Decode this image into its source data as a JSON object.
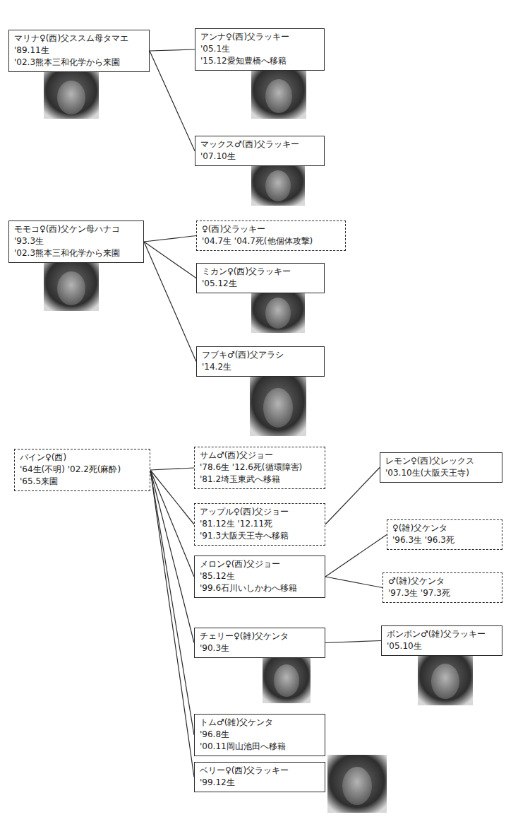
{
  "diagram": {
    "nodes": [
      {
        "text": [
          "マリナ♀(西)父ススム母タマエ",
          "'89.11生",
          "'02.3熊本三和化学から来園"
        ]
      },
      {
        "text": [
          "アンナ♀(西)父ラッキー",
          "'05.1生",
          "'15.12愛知豊橋へ移籍"
        ]
      },
      {
        "text": [
          "マックス♂(西)父ラッキー",
          "'07.10生"
        ]
      },
      {
        "text": [
          "モモコ♀(西)父ケン母ハナコ",
          "'93.3生",
          "'02.3熊本三和化学から来園"
        ]
      },
      {
        "text": [
          "♀(西)父ラッキー",
          "'04.7生 '04.7死(他個体攻撃)"
        ]
      },
      {
        "text": [
          "ミカン♀(西)父ラッキー",
          "'05.12生"
        ]
      },
      {
        "text": [
          "フブキ♂(西)父アラシ",
          "'14.2生"
        ]
      },
      {
        "text": [
          "パイン♀(西)",
          "'64生(不明) '02.2死(麻酔)",
          "'65.5来園"
        ]
      },
      {
        "text": [
          "サム♂(西)父ジョー",
          "'78.6生 '12.6死(循環障害)",
          "'81.2埼玉東武へ移籍"
        ]
      },
      {
        "text": [
          "アップル♀(西)父ジョー",
          "'81.12生 '12.11死",
          "'91.3大阪天王寺へ移籍"
        ]
      },
      {
        "text": [
          "レモン♀(西)父レックス",
          "'03.10生(大阪天王寺)"
        ]
      },
      {
        "text": [
          "メロン♀(西)父ジョー",
          "'85.12生",
          "'99.6石川いしかわへ移籍"
        ]
      },
      {
        "text": [
          "♀(雑)父ケンタ",
          "'96.3生 '96.3死"
        ]
      },
      {
        "text": [
          "♂(雑)父ケンタ",
          "'97.3生 '97.3死"
        ]
      },
      {
        "text": [
          "チェリー♀(雑)父ケンタ",
          "'90.3生"
        ]
      },
      {
        "text": [
          "ボンボン♂(雑)父ラッキー",
          "'05.10生"
        ]
      },
      {
        "text": [
          "トム♂(雑)父ケンタ",
          "'96.8生",
          "'00.11岡山池田へ移籍"
        ]
      },
      {
        "text": [
          "ベリー♀(西)父ラッキー",
          "'99.12生"
        ]
      }
    ],
    "edges": [
      {
        "from": 0,
        "to": 1,
        "arrow": "none"
      },
      {
        "from": 0,
        "to": 2,
        "arrow": "none"
      },
      {
        "from": 3,
        "to": 4,
        "arrow": "none"
      },
      {
        "from": 3,
        "to": 5,
        "arrow": "none"
      },
      {
        "from": 3,
        "to": 6,
        "arrow": "none"
      },
      {
        "from": 7,
        "to": 8,
        "arrow": "none"
      },
      {
        "from": 7,
        "to": 9,
        "arrow": "none"
      },
      {
        "from": 7,
        "to": 11,
        "arrow": "none"
      },
      {
        "from": 7,
        "to": 14,
        "arrow": "none"
      },
      {
        "from": 7,
        "to": 16,
        "arrow": "none"
      },
      {
        "from": 7,
        "to": 17,
        "arrow": "none"
      },
      {
        "from": 9,
        "to": 10,
        "arrow": "none"
      },
      {
        "from": 11,
        "to": 12,
        "arrow": "none"
      },
      {
        "from": 11,
        "to": 13,
        "arrow": "none"
      },
      {
        "from": 14,
        "to": 15,
        "arrow": "none"
      }
    ]
  }
}
